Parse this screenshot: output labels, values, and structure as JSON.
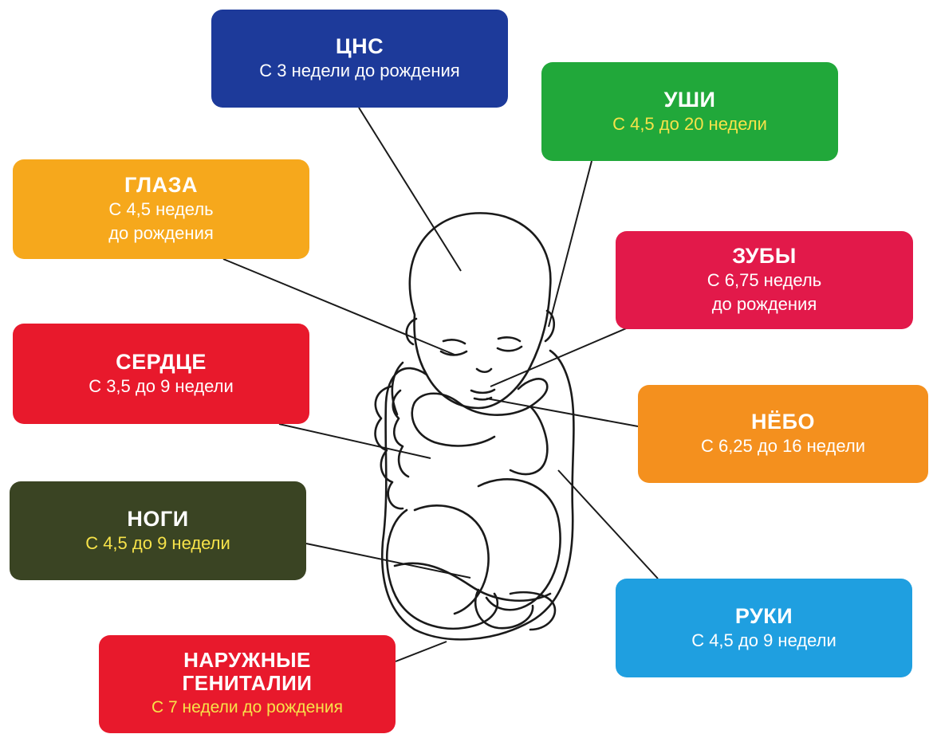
{
  "colors": {
    "cns": "#1d3a9a",
    "ears": "#21a83a",
    "eyes": "#f6a81c",
    "teeth": "#e2194a",
    "heart": "#e8192c",
    "palate": "#f4901e",
    "legs": "#3a4423",
    "arms": "#1f9fe0",
    "genitals": "#e8192c",
    "line": "#1a1a1a",
    "highlight_yellow": "#f7e34a"
  },
  "labels": {
    "cns": {
      "title": "ЦНС",
      "sub": "С 3 недели до рождения"
    },
    "ears": {
      "title": "УШИ",
      "sub": "С 4,5  до 20  недели"
    },
    "eyes": {
      "title": "ГЛАЗА",
      "sub1": "С 4,5 недель",
      "sub2": "до рождения"
    },
    "teeth": {
      "title": "ЗУБЫ",
      "sub1": "С 6,75 недель",
      "sub2": "до рождения"
    },
    "heart": {
      "title": "СЕРДЦЕ",
      "sub": "С 3,5  до 9 недели"
    },
    "palate": {
      "title": "НЁБО",
      "sub": "С 6,25  до 16 недели"
    },
    "legs": {
      "title": "НОГИ",
      "sub": "С 4,5 до 9 недели"
    },
    "arms": {
      "title": "РУКИ",
      "sub": "С 4,5  до 9 недели"
    },
    "genitals": {
      "title1": "НАРУЖНЫЕ",
      "title2": "ГЕНИТАЛИИ",
      "sub": "С 7  недели до рождения"
    }
  },
  "icons": {
    "figure": "fetus-outline-icon"
  }
}
